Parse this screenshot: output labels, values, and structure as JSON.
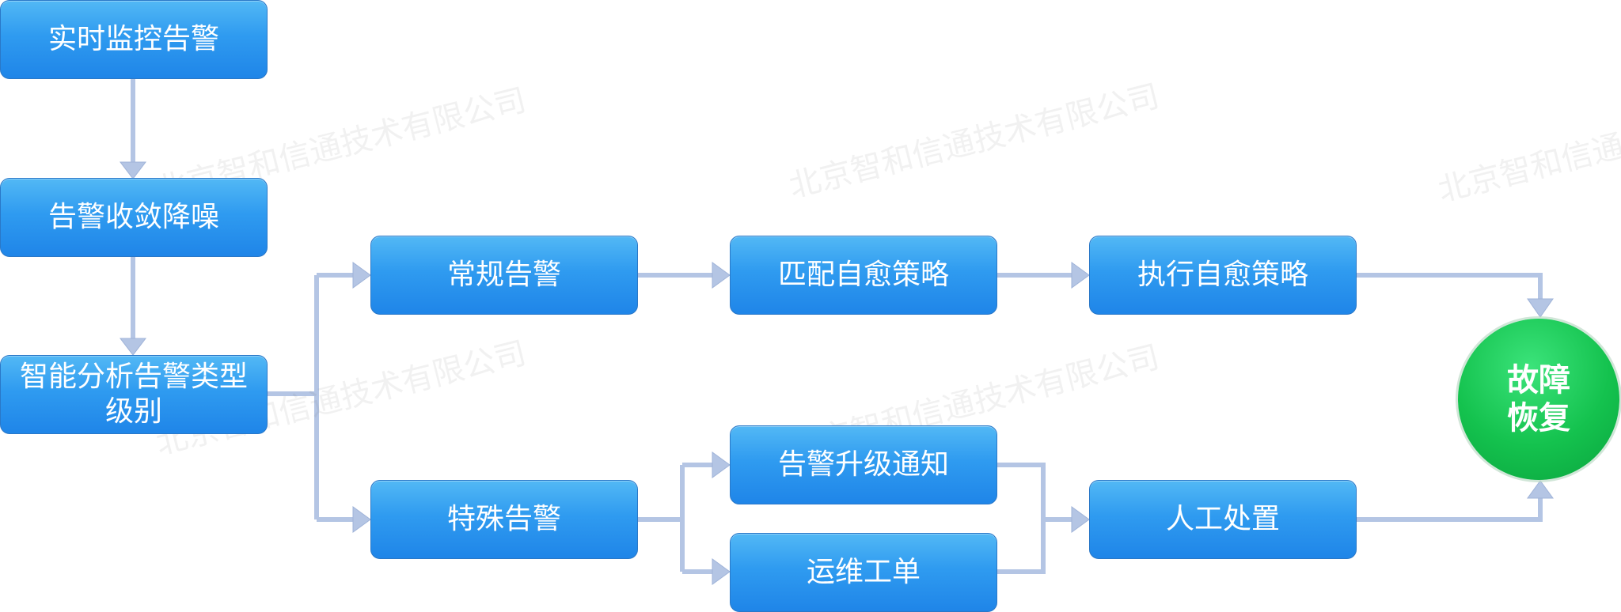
{
  "watermark": "北京智和信通技术有限公司",
  "nodes": {
    "monitor": "实时监控告警",
    "converge": "告警收敛降噪",
    "analyze": "智能分析告警类型级别",
    "regular": "常规告警",
    "special": "特殊告警",
    "match": "匹配自愈策略",
    "execute": "执行自愈策略",
    "notify": "告警升级通知",
    "ticket": "运维工单",
    "manual": "人工处置",
    "recover": "故障恢复"
  },
  "colors": {
    "box_top": "#52b8f5",
    "box_bottom": "#1f85e8",
    "connector": "#b4c5e4",
    "circle": "#14c24e"
  }
}
